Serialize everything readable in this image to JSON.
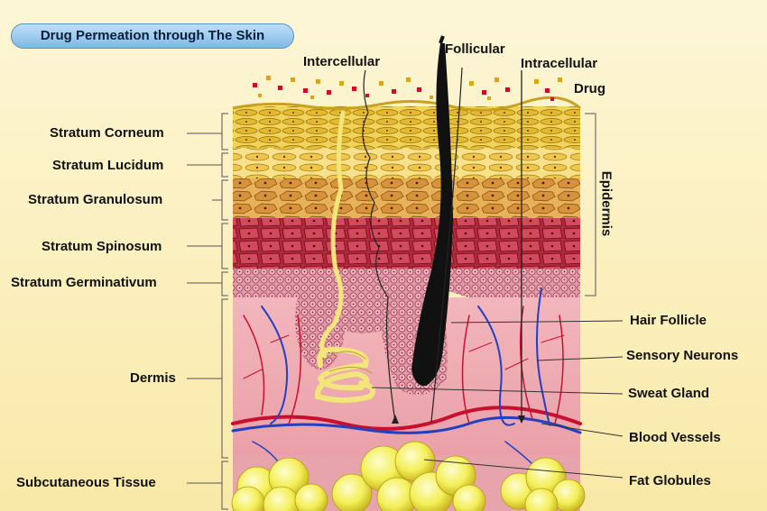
{
  "title": "Drug Permeation through The Skin",
  "pathways": {
    "intercellular": "Intercellular",
    "follicular": "Follicular",
    "intracellular": "Intracellular",
    "drug": "Drug"
  },
  "layers_left": [
    "Stratum Corneum",
    "Stratum Lucidum",
    "Stratum Granulosum",
    "Stratum Spinosum",
    "Stratum Germinativum",
    "Dermis",
    "Subcutaneous Tissue"
  ],
  "epidermis": "Epidermis",
  "structures_right": [
    "Hair Follicle",
    "Sensory Neurons",
    "Sweat Gland",
    "Blood Vessels",
    "Fat Globules"
  ],
  "colors": {
    "corneum": "#e8c83a",
    "lucidum": "#f4d96a",
    "granulosum": "#d9a04a",
    "spinosum": "#c23a4a",
    "germinativum": "#d98a9a",
    "dermis": "#e8a0a8",
    "subcutaneous": "#e8a0a8",
    "fat": "#f7f56a",
    "blood_red": "#c8102e",
    "blood_blue": "#2340c0",
    "hair": "#111111",
    "gland": "#fbf07a"
  }
}
